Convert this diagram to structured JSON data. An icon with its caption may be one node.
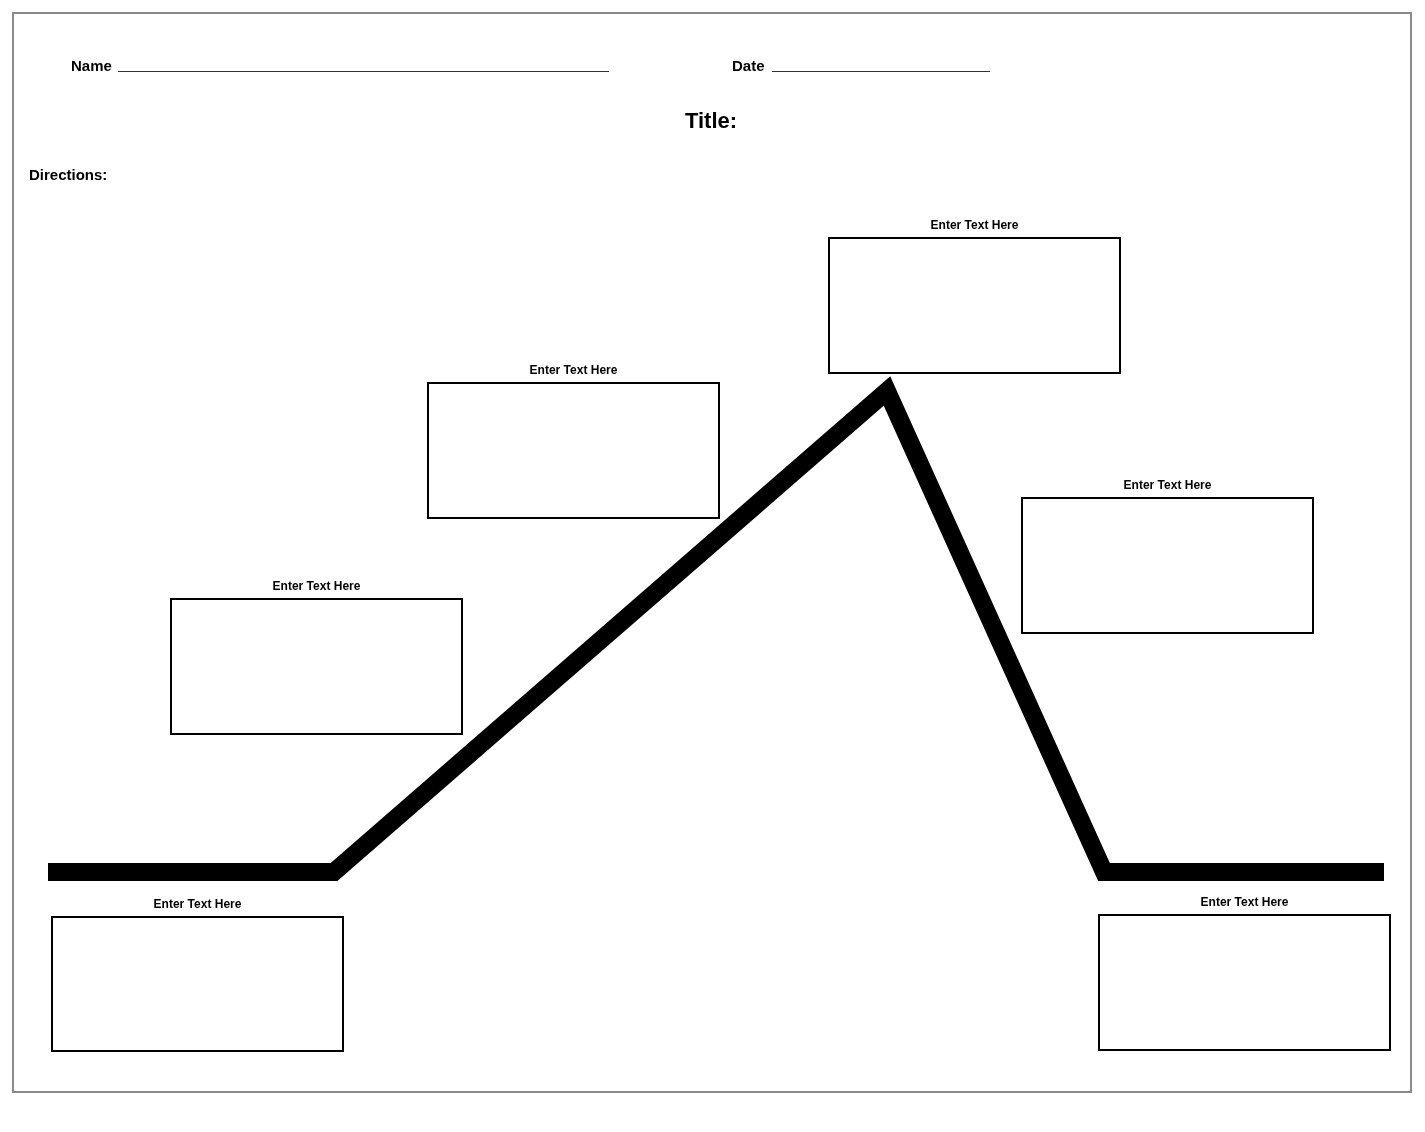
{
  "diagram": {
    "title": "Title:",
    "nodes": [
      {
        "text": [
          "Enter Text Here"
        ]
      },
      {
        "text": [
          "Enter Text Here"
        ]
      },
      {
        "text": [
          "Enter Text Here"
        ]
      },
      {
        "text": [
          "Enter Text Here"
        ]
      },
      {
        "text": [
          "Enter Text Here"
        ]
      },
      {
        "text": [
          "Enter Text Here"
        ]
      }
    ],
    "labels": [
      "Name",
      "Date",
      "Directions:"
    ]
  }
}
